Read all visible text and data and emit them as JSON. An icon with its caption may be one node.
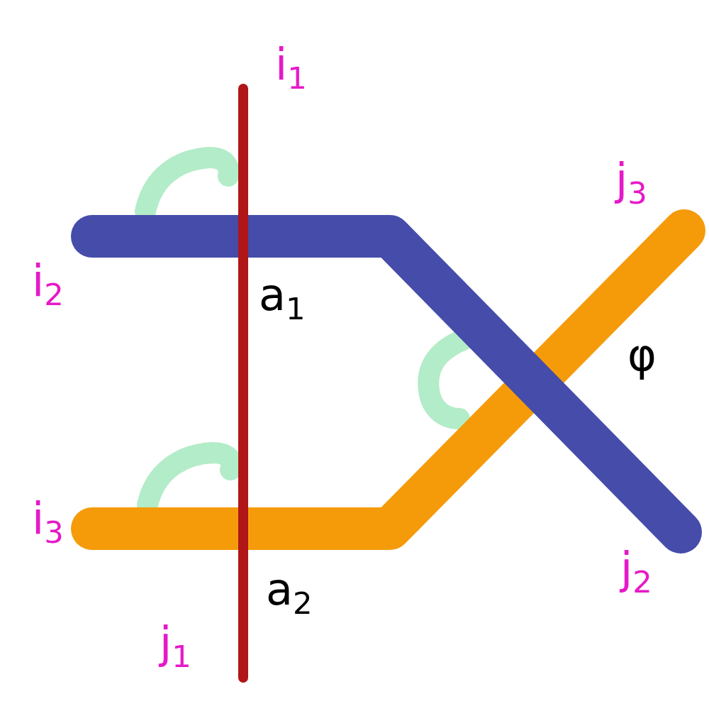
{
  "diagram": {
    "nodes": [
      {
        "text": [
          "i$_{1}$"
        ]
      },
      {
        "text": [
          "j$_{3}$"
        ]
      },
      {
        "text": [
          "i$_{2}$"
        ]
      },
      {
        "text": [
          "i$_{3}$"
        ]
      },
      {
        "text": [
          "j$_{2}$"
        ]
      },
      {
        "text": [
          "j$_{1}$"
        ]
      }
    ],
    "edges": [
      {
        "from": 0,
        "to": 5,
        "arrow": "none",
        "color": "#b01518"
      },
      {
        "from": 2,
        "to": 4,
        "arrow": "none",
        "color": "#454caa"
      },
      {
        "from": 3,
        "to": 1,
        "arrow": "none",
        "color": "#f59b0a"
      }
    ],
    "labels": [
      "a$_{1}$",
      "φ",
      "a$_{2}$"
    ]
  }
}
